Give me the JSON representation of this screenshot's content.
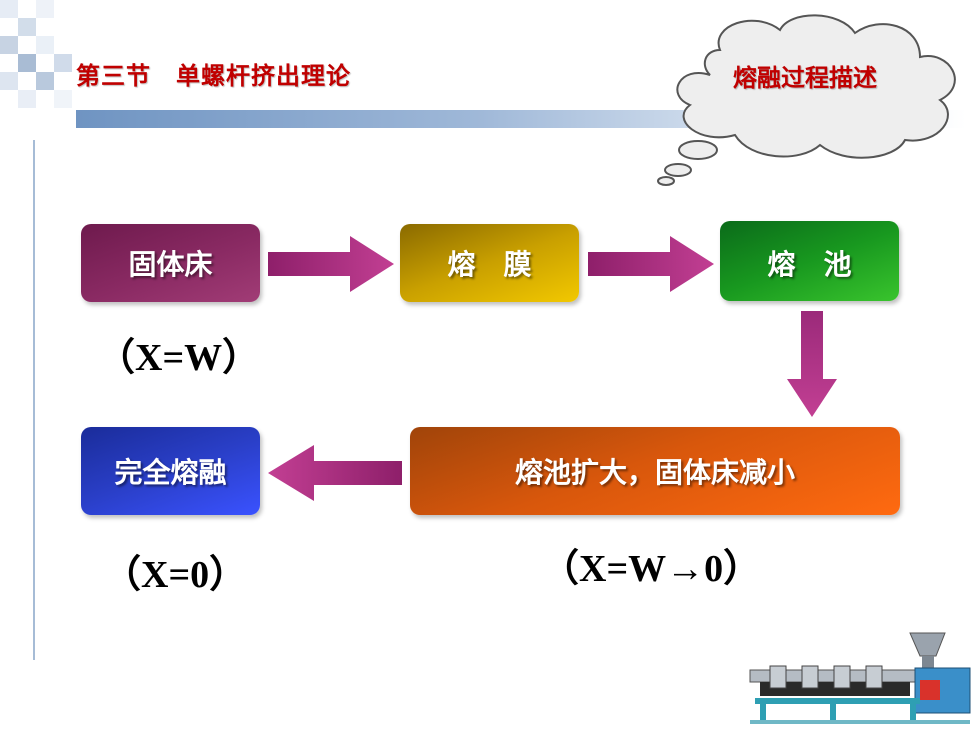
{
  "header": {
    "title": "第三节　单螺杆挤出理论",
    "cloud_label": "熔融过程描述"
  },
  "flow": {
    "solid_bed": "固体床",
    "melt_film": "熔　膜",
    "melt_pool": "熔　池",
    "pool_expand": "熔池扩大，固体床减小",
    "fully_melted": "完全熔融"
  },
  "formulas": {
    "start": "（X=W）",
    "end": "（X=0）",
    "transition": "（X=W→0）"
  },
  "colors": {
    "title_red": "#c00000",
    "solid_bed": "#8a2a63",
    "melt_film": "#e0b400",
    "melt_pool": "#22a52a",
    "pool_expand": "#e85e0e",
    "fully_melted": "#2b40d0",
    "arrow": "#9b2a7a"
  }
}
